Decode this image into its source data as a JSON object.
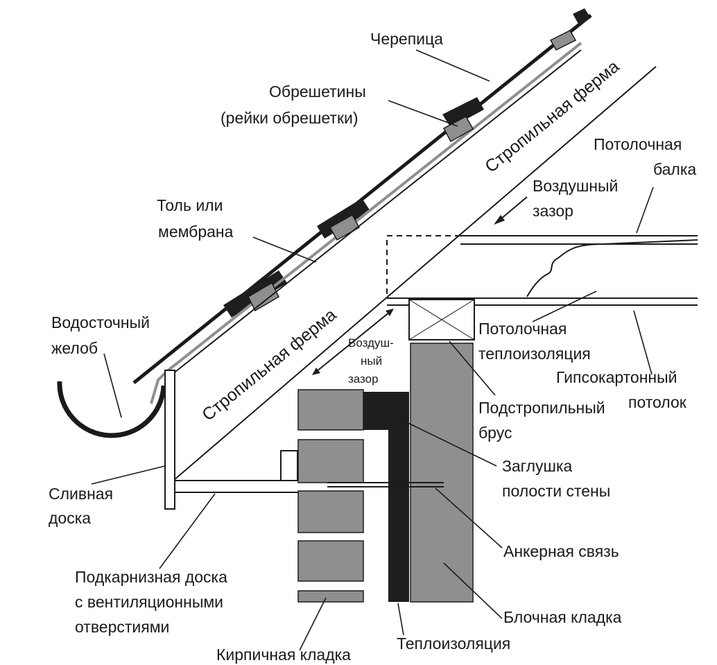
{
  "labels": {
    "cherepitsa": "Черепица",
    "obreshetiny_1": "Обрешетины",
    "obreshetiny_2": "(рейки обрешетки)",
    "tol_1": "Толь или",
    "tol_2": "мембрана",
    "vodostochny_1": "Водосточный",
    "vodostochny_2": "желоб",
    "stropilnaya_upper": "Стропильная ферма",
    "stropilnaya_lower": "Стропильная ферма",
    "potolochnaya_balka_1": "Потолочная",
    "potolochnaya_balka_2": "балка",
    "vozdushny_upper_1": "Воздушный",
    "vozdushny_upper_2": "зазор",
    "vozdushny_lower_1": "Воздуш-",
    "vozdushny_lower_2": "ный",
    "vozdushny_lower_3": "зазор",
    "potolochnaya_teplo_1": "Потолочная",
    "potolochnaya_teplo_2": "теплоизоляция",
    "gipsokarton_1": "Гипсокартонный",
    "gipsokarton_2": "потолок",
    "podstropilny_1": "Подстропильный",
    "podstropilny_2": "брус",
    "zaglushka_1": "Заглушка",
    "zaglushka_2": "полости стены",
    "slivnaya_1": "Сливная",
    "slivnaya_2": "доска",
    "ankernaya": "Анкерная связь",
    "podkarniznaya_1": "Подкарнизная доска",
    "podkarniznaya_2": "с вентиляционными",
    "podkarniznaya_3": "отверстиями",
    "blochnaya": "Блочная кладка",
    "kirpichnaya": "Кирпичная кладка",
    "teploizolyatsiya": "Теплоизоляция"
  },
  "colors": {
    "line": "#1a1a1a",
    "grey": "#8f8f8f",
    "dark": "#1e1e1e",
    "background": "#ffffff"
  }
}
